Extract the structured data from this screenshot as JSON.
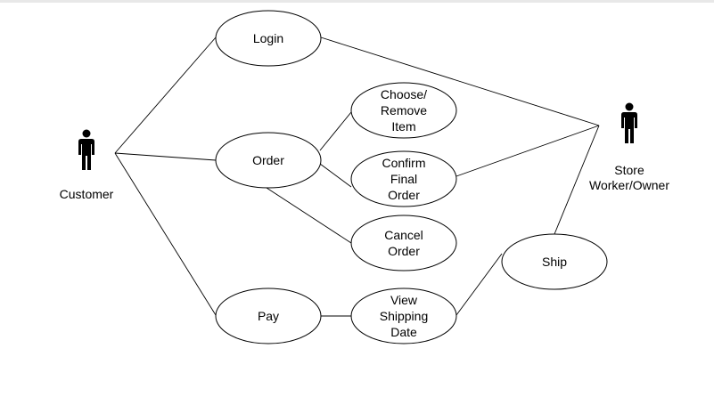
{
  "diagram": {
    "actors": [
      {
        "id": "customer",
        "label_lines": [
          "Customer"
        ]
      },
      {
        "id": "store",
        "label_lines": [
          "Store",
          "Worker/Owner"
        ]
      }
    ],
    "use_cases": [
      {
        "id": "login",
        "lines": [
          "Login"
        ]
      },
      {
        "id": "order",
        "lines": [
          "Order"
        ]
      },
      {
        "id": "pay",
        "lines": [
          "Pay"
        ]
      },
      {
        "id": "choose_remove",
        "lines": [
          "Choose/",
          "Remove",
          "Item"
        ]
      },
      {
        "id": "confirm",
        "lines": [
          "Confirm",
          "Final",
          "Order"
        ]
      },
      {
        "id": "cancel",
        "lines": [
          "Cancel",
          "Order"
        ]
      },
      {
        "id": "view_shipping",
        "lines": [
          "View",
          "Shipping",
          "Date"
        ]
      },
      {
        "id": "ship",
        "lines": [
          "Ship"
        ]
      }
    ],
    "connections": [
      [
        "customer",
        "login"
      ],
      [
        "customer",
        "order"
      ],
      [
        "customer",
        "pay"
      ],
      [
        "login",
        "store"
      ],
      [
        "order",
        "choose_remove"
      ],
      [
        "order",
        "confirm"
      ],
      [
        "order",
        "cancel"
      ],
      [
        "confirm",
        "store"
      ],
      [
        "store",
        "ship"
      ],
      [
        "ship",
        "view_shipping"
      ],
      [
        "pay",
        "view_shipping"
      ]
    ],
    "colors": {
      "line": "#000000",
      "fill": "#ffffff",
      "text": "#000000"
    }
  }
}
